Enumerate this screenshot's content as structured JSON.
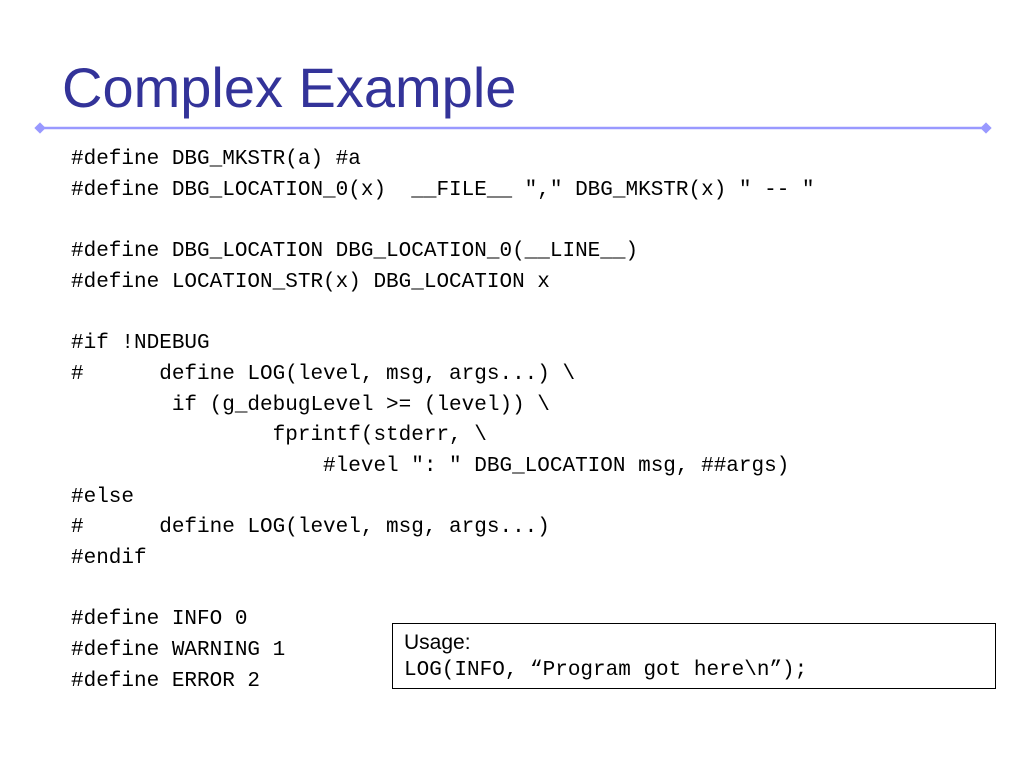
{
  "slide": {
    "title": "Complex Example",
    "accent_color": "#333399",
    "rule_color": "#9999ff"
  },
  "code": {
    "lines": [
      "#define DBG_MKSTR(a) #a",
      "#define DBG_LOCATION_0(x)  __FILE__ \",\" DBG_MKSTR(x) \" -- \"",
      "",
      "#define DBG_LOCATION DBG_LOCATION_0(__LINE__)",
      "#define LOCATION_STR(x) DBG_LOCATION x",
      "",
      "#if !NDEBUG",
      "#      define LOG(level, msg, args...) \\",
      "        if (g_debugLevel >= (level)) \\",
      "                fprintf(stderr, \\",
      "                    #level \": \" DBG_LOCATION msg, ##args)",
      "#else",
      "#      define LOG(level, msg, args...)",
      "#endif",
      "",
      "#define INFO 0",
      "#define WARNING 1",
      "#define ERROR 2"
    ]
  },
  "usage": {
    "label": "Usage:",
    "code": "LOG(INFO, “Program got here\\n”);"
  }
}
